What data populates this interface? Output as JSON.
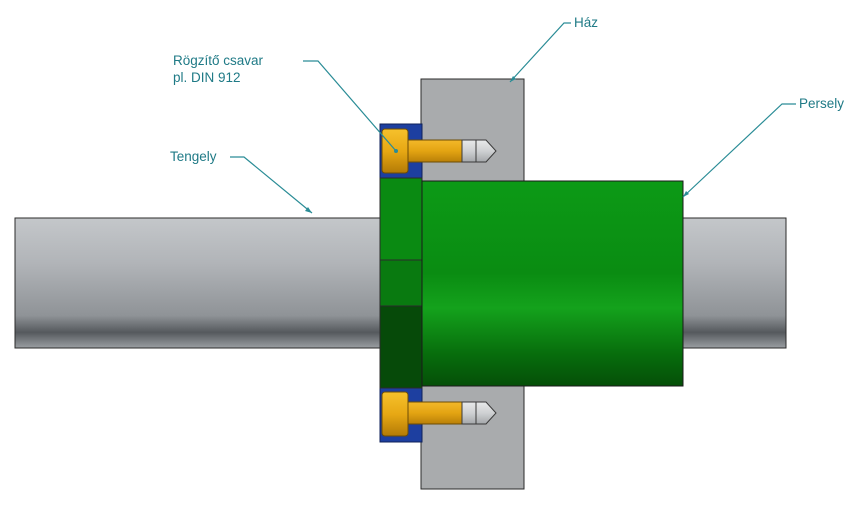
{
  "diagram": {
    "labels": {
      "haz": "Ház",
      "persely": "Persely",
      "tengely": "Tengely",
      "rogzito_line1": "Rögzítő csavar",
      "rogzito_line2": "pl. DIN 912"
    },
    "colors": {
      "leader": "#2a8c96",
      "label": "#1f7a86",
      "bushing_green": "#0a8a12",
      "housing_grey": "#a9abad",
      "shaft_grey": "#8e9296",
      "screw_gold": "#e3a412",
      "washer_blue": "#1d3fa0"
    }
  }
}
